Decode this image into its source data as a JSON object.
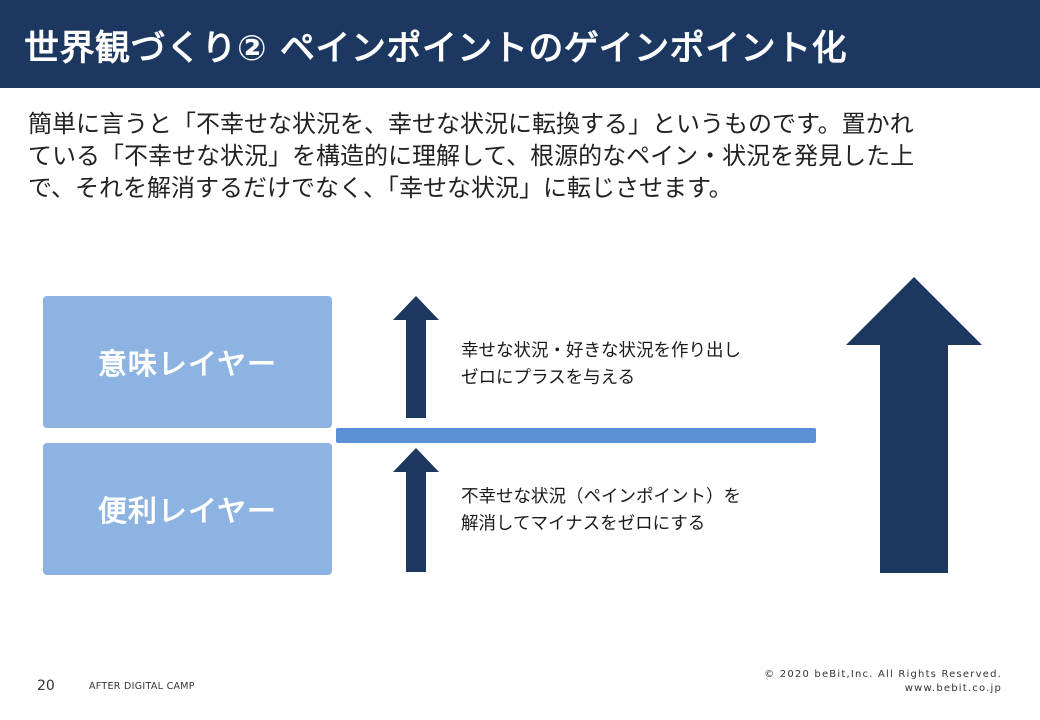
{
  "header": {
    "title": "世界観づくり② ペインポイントのゲインポイント化"
  },
  "intro": {
    "line1": "簡単に言うと「不幸せな状況を、幸せな状況に転換する」というものです。置かれ",
    "line2": "ている「不幸せな状況」を構造的に理解して、根源的なペイン・状況を発見した上",
    "line3": "で、それを解消するだけでなく、「幸せな状況」に転じさせます。"
  },
  "layers": {
    "meaning": {
      "label": "意味レイヤー",
      "desc_line1": "幸せな状況・好きな状況を作り出し",
      "desc_line2": "ゼロにプラスを与える"
    },
    "utility": {
      "label": "便利レイヤー",
      "desc_line1": "不幸せな状況（ペインポイント）を",
      "desc_line2": "解消してマイナスをゼロにする"
    }
  },
  "colors": {
    "header_bg": "#1c3861",
    "layer_box": "#8db3e2",
    "divider": "#5b8fd6",
    "arrow": "#1c3861"
  },
  "footer": {
    "page_number": "20",
    "brand": "AFTER DIGITAL CAMP",
    "copyright": "© 2020 beBit,Inc. All Rights Reserved.",
    "url": "www.bebit.co.jp"
  }
}
